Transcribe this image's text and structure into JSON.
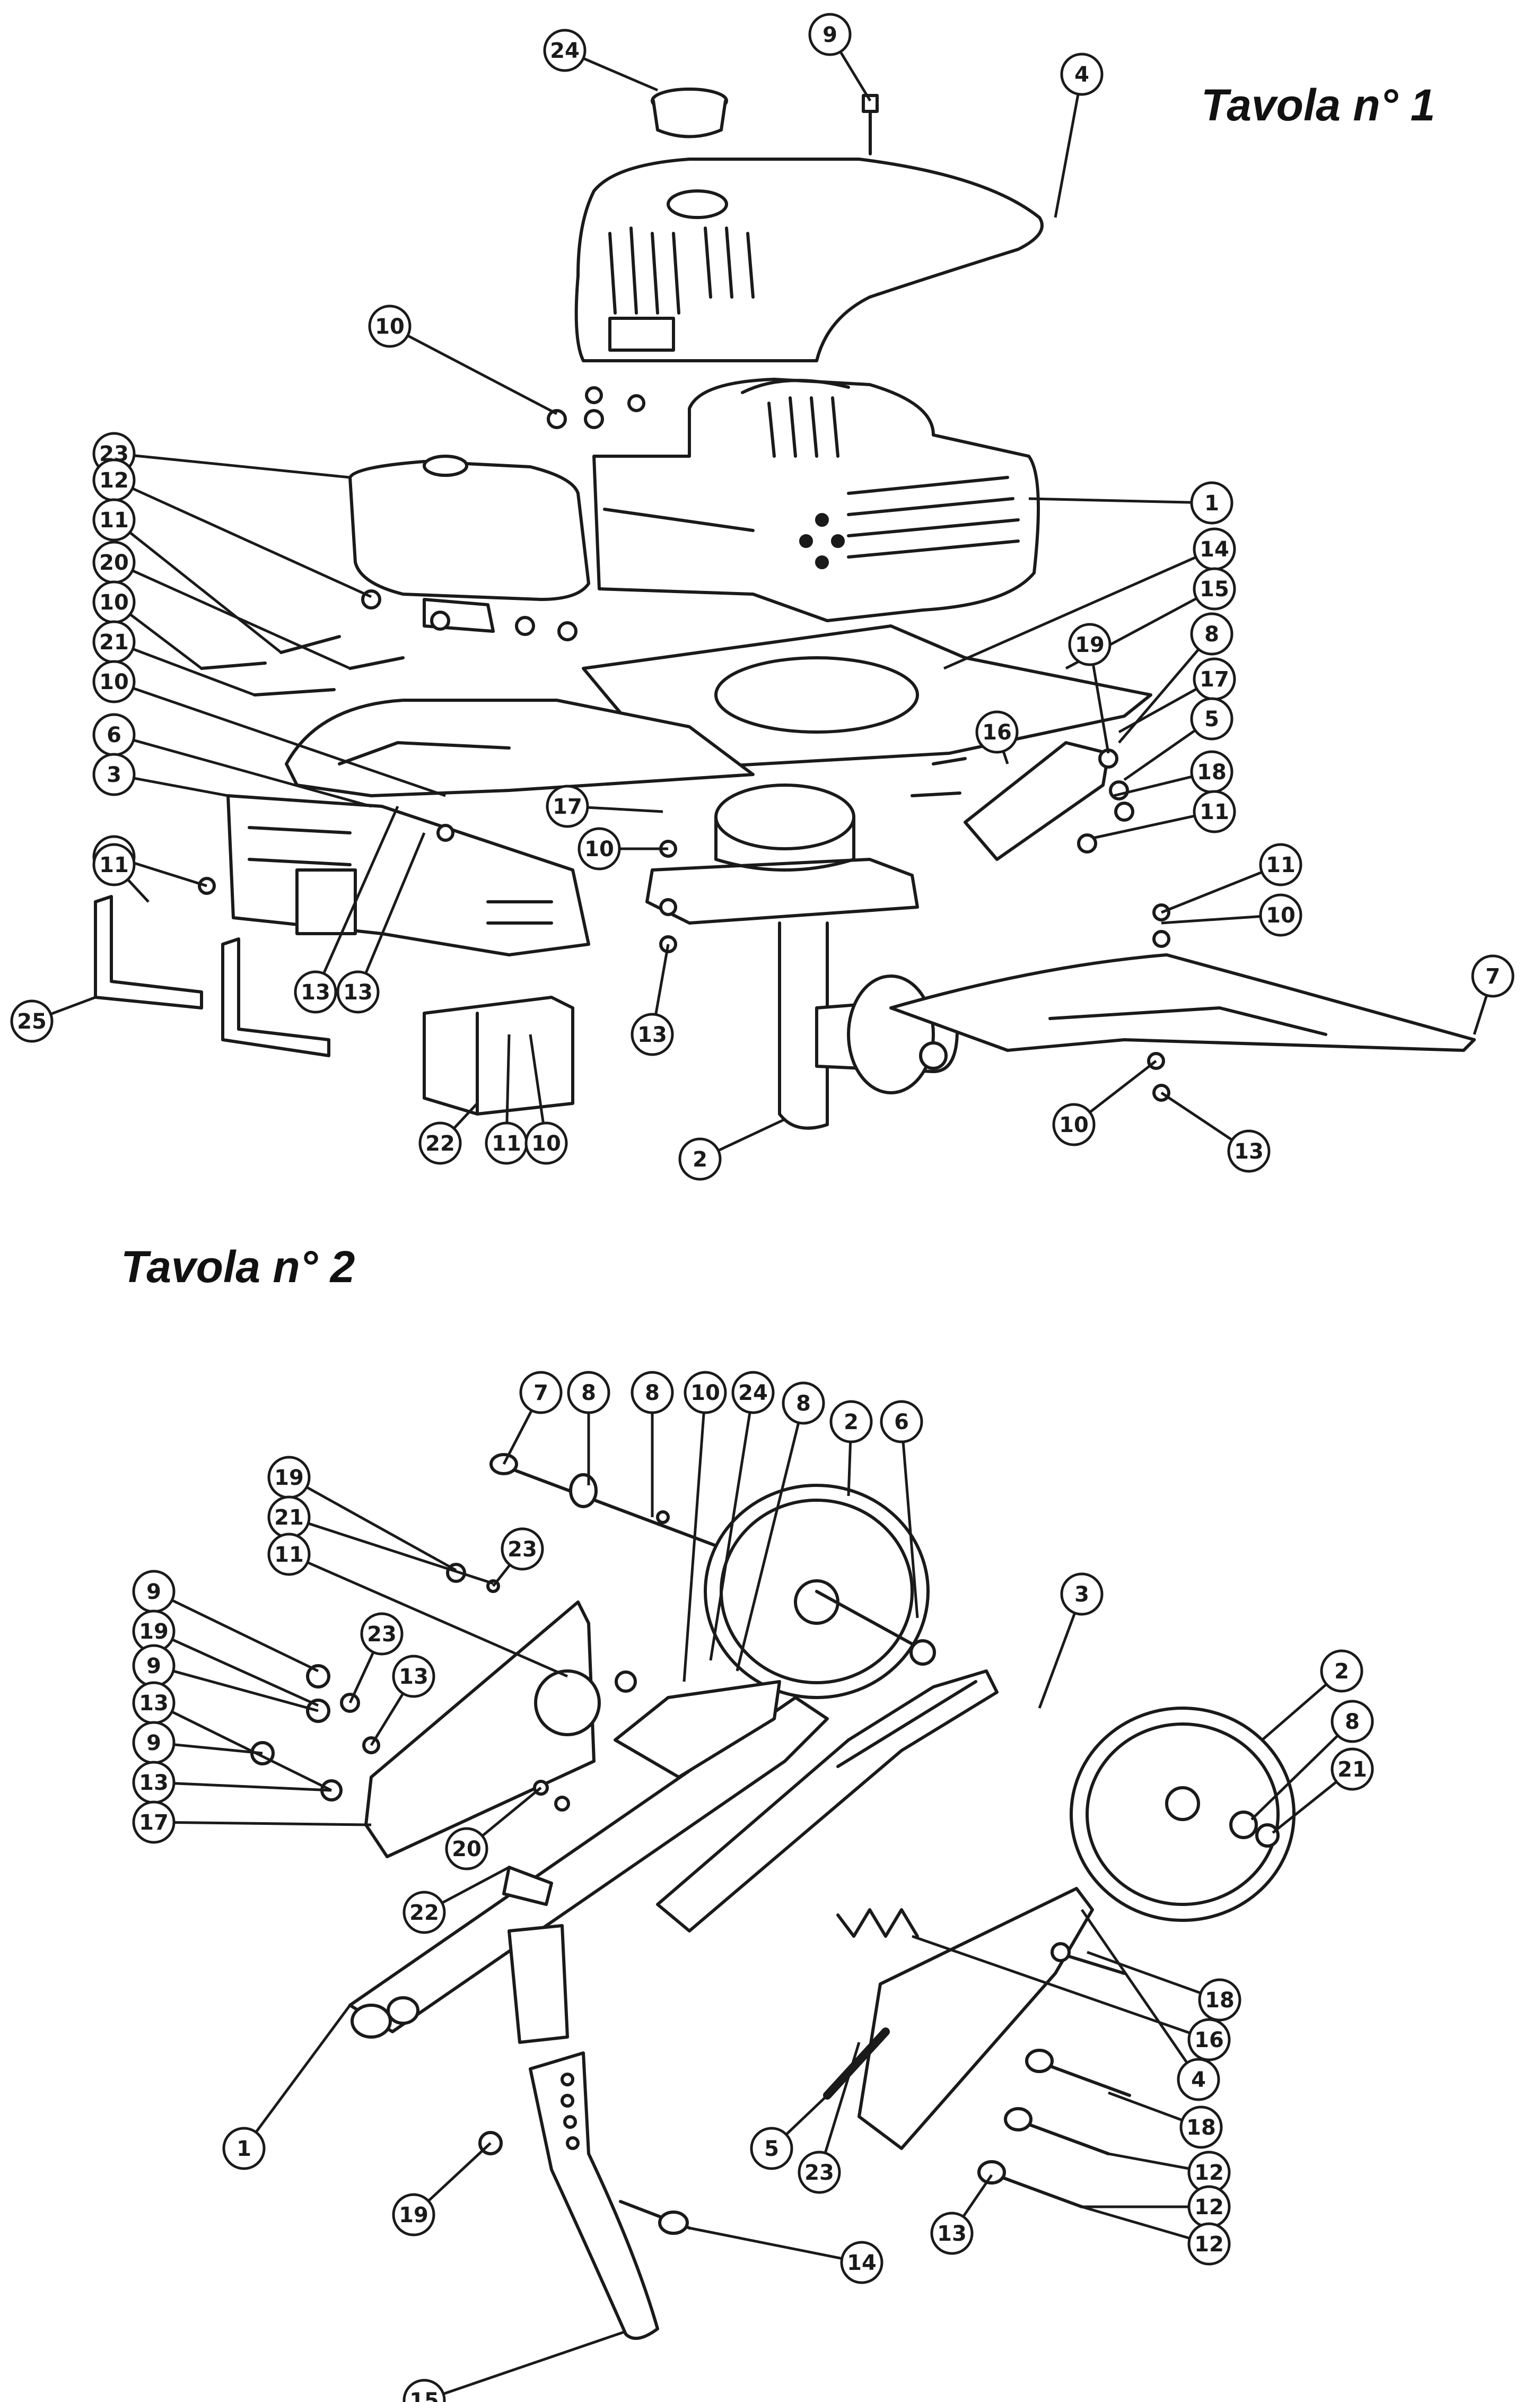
{
  "tables": [
    {
      "title": "Tavola n° 1",
      "callouts": [
        {
          "n": "24"
        },
        {
          "n": "9"
        },
        {
          "n": "4"
        },
        {
          "n": "10"
        },
        {
          "n": "23"
        },
        {
          "n": "1"
        },
        {
          "n": "12"
        },
        {
          "n": "11"
        },
        {
          "n": "14"
        },
        {
          "n": "20"
        },
        {
          "n": "15"
        },
        {
          "n": "10"
        },
        {
          "n": "19"
        },
        {
          "n": "8"
        },
        {
          "n": "21"
        },
        {
          "n": "17"
        },
        {
          "n": "10"
        },
        {
          "n": "16"
        },
        {
          "n": "5"
        },
        {
          "n": "6"
        },
        {
          "n": "18"
        },
        {
          "n": "3"
        },
        {
          "n": "11"
        },
        {
          "n": "17"
        },
        {
          "n": "10"
        },
        {
          "n": "10"
        },
        {
          "n": "11"
        },
        {
          "n": "11"
        },
        {
          "n": "10"
        },
        {
          "n": "7"
        },
        {
          "n": "25"
        },
        {
          "n": "13"
        },
        {
          "n": "13"
        },
        {
          "n": "13"
        },
        {
          "n": "22"
        },
        {
          "n": "11"
        },
        {
          "n": "10"
        },
        {
          "n": "2"
        },
        {
          "n": "10"
        },
        {
          "n": "13"
        }
      ]
    },
    {
      "title": "Tavola n° 2",
      "callouts": [
        {
          "n": "7"
        },
        {
          "n": "8"
        },
        {
          "n": "8"
        },
        {
          "n": "10"
        },
        {
          "n": "24"
        },
        {
          "n": "8"
        },
        {
          "n": "2"
        },
        {
          "n": "6"
        },
        {
          "n": "19"
        },
        {
          "n": "21"
        },
        {
          "n": "23"
        },
        {
          "n": "11"
        },
        {
          "n": "3"
        },
        {
          "n": "9"
        },
        {
          "n": "19"
        },
        {
          "n": "23"
        },
        {
          "n": "9"
        },
        {
          "n": "13"
        },
        {
          "n": "2"
        },
        {
          "n": "13"
        },
        {
          "n": "8"
        },
        {
          "n": "9"
        },
        {
          "n": "21"
        },
        {
          "n": "13"
        },
        {
          "n": "17"
        },
        {
          "n": "20"
        },
        {
          "n": "22"
        },
        {
          "n": "18"
        },
        {
          "n": "16"
        },
        {
          "n": "4"
        },
        {
          "n": "1"
        },
        {
          "n": "18"
        },
        {
          "n": "5"
        },
        {
          "n": "23"
        },
        {
          "n": "12"
        },
        {
          "n": "19"
        },
        {
          "n": "12"
        },
        {
          "n": "14"
        },
        {
          "n": "13"
        },
        {
          "n": "12"
        },
        {
          "n": "15"
        }
      ]
    }
  ],
  "colors": {
    "ink": "#1a1a1a",
    "fill": "#ffffff",
    "shade": "#d9d9d9"
  }
}
